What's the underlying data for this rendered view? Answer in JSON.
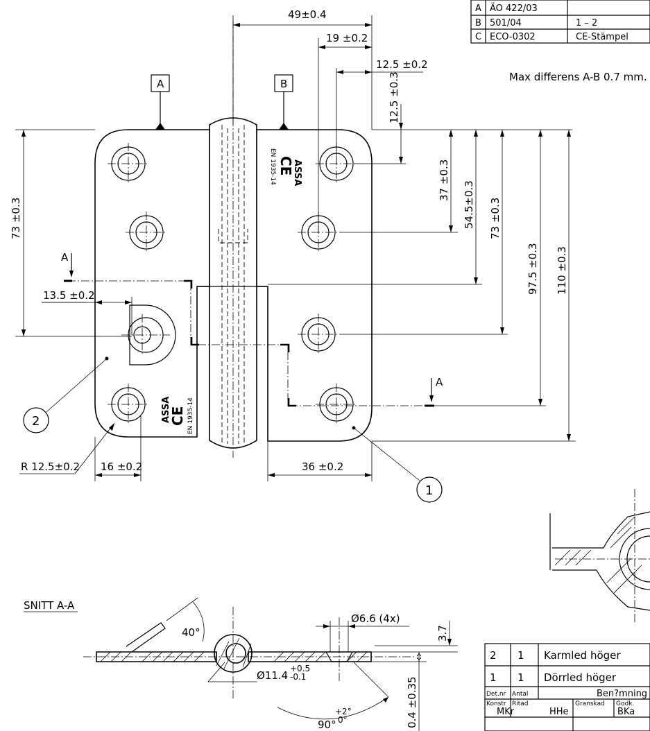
{
  "revisions": [
    {
      "letter": "A",
      "ref": "ÄO 422/03",
      "text": ""
    },
    {
      "letter": "B",
      "ref": "501/04",
      "text": "1 – 2"
    },
    {
      "letter": "C",
      "ref": "ECO-0302",
      "text": "CE-Stämpel"
    }
  ],
  "note": "Max differens A-B 0.7 mm.",
  "datums": [
    "A",
    "B"
  ],
  "dimensions": {
    "width_total": "49±0.4",
    "d19": "19 ±0.2",
    "d12_5_h": "12.5  ±0.2",
    "d12_5_v": "12.5 ±0.3",
    "d37": "37 ±0.3",
    "d54_5": "54.5±0.3",
    "d73_right": "73 ±0.3",
    "d97_5": "97.5 ±0.3",
    "d110": "110 ±0.3",
    "d73_left": "73 ±0.3",
    "d13_5": "13.5 ±0.2",
    "radius": "R 12.5±0.2",
    "d16": "16 ±0.2",
    "d36": "36 ±0.2"
  },
  "section_marks": [
    "A",
    "A"
  ],
  "balloons": [
    "1",
    "2"
  ],
  "stamp": {
    "brand": "ASSA",
    "mark": "CE",
    "standard": "EN 1935-14"
  },
  "section": {
    "title": "SNITT A-A",
    "angle": "40°",
    "hole_dia": "Ø6.6 (4x)",
    "depth": "3.7",
    "bore_dia": "Ø11.4",
    "bore_tol_plus": "+0.5",
    "bore_tol_minus": "-0.1",
    "open_angle": "90°",
    "open_tol_plus": "+2°",
    "open_tol_minus": "0°",
    "thickness": "0.4 ±0.35"
  },
  "parts_list": {
    "rows": [
      {
        "det": "2",
        "qty": "1",
        "name": "Karmled höger"
      },
      {
        "det": "1",
        "qty": "1",
        "name": "Dörrled höger"
      }
    ],
    "headers": {
      "det": "Det.nr",
      "qty": "Antal",
      "name": "Ben?mning"
    },
    "signatures": {
      "konstr_label": "Konstr",
      "konstr": "MKr",
      "ritad_label": "Ritad",
      "ritad": "HHe",
      "granskad_label": "Granskad",
      "godk_label": "Godk.",
      "godk": "BKa"
    }
  }
}
